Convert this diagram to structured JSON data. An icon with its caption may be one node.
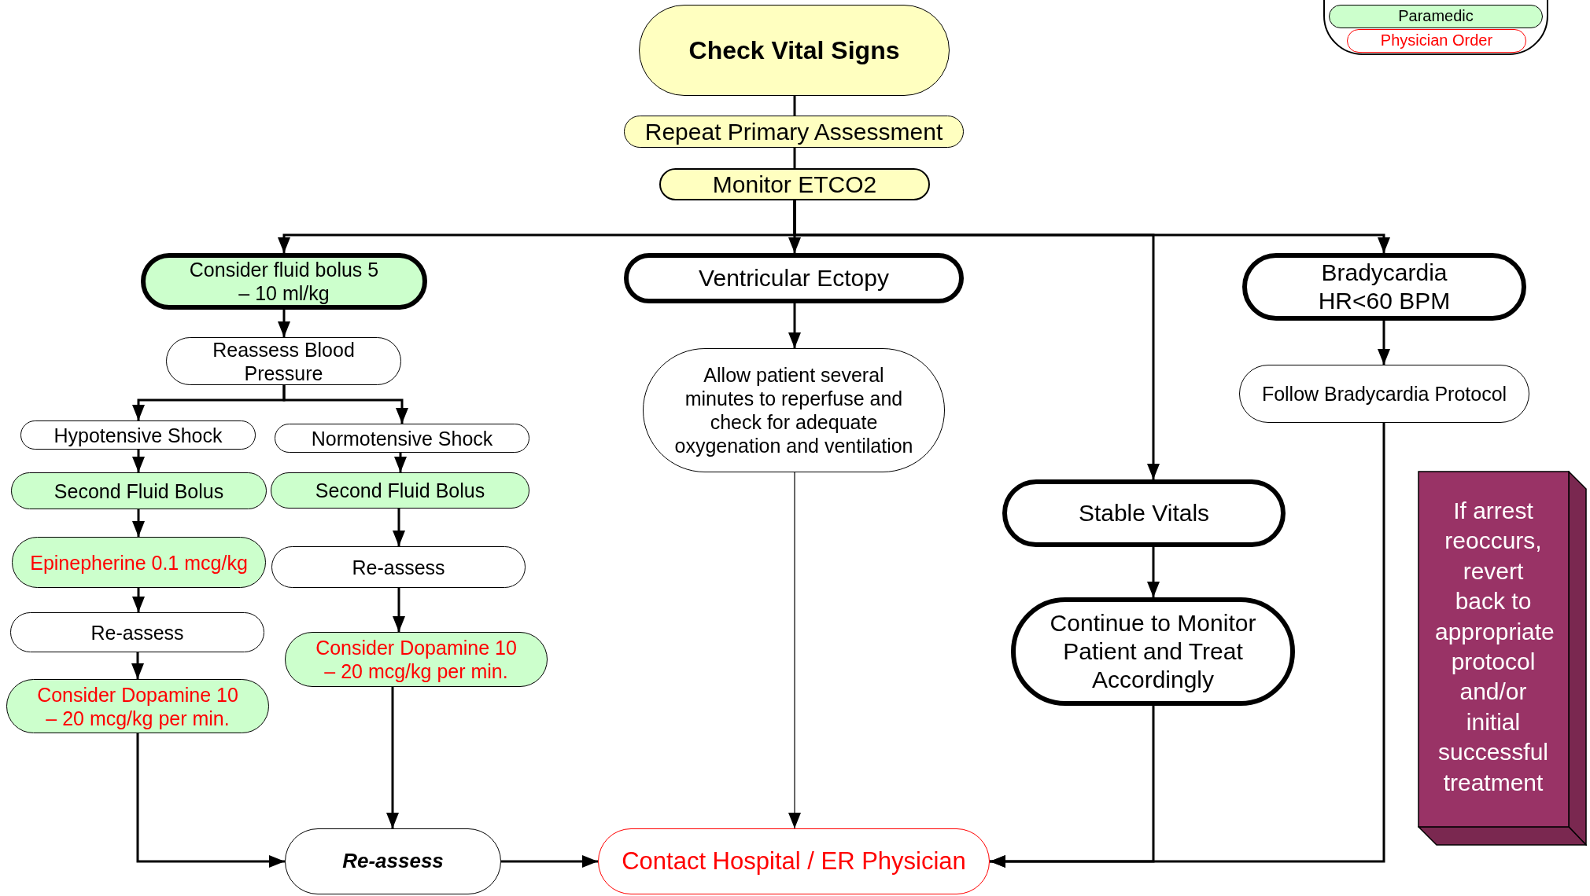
{
  "diagram": {
    "nodes": [
      {
        "text": [
          "Check Vital Signs"
        ]
      },
      {
        "text": [
          "Repeat Primary Assessment"
        ]
      },
      {
        "text": [
          "Monitor ETCO2"
        ]
      },
      {
        "text": [
          "Consider fluid bolus 5 – 10 ml/kg"
        ]
      },
      {
        "text": [
          "Ventricular Ectopy"
        ]
      },
      {
        "text": [
          "Bradycardia HR<60 BPM"
        ]
      },
      {
        "text": [
          "Reassess Blood Pressure"
        ]
      },
      {
        "text": [
          "Allow patient several minutes to reperfuse and check for adequate oxygenation and ventilation"
        ]
      },
      {
        "text": [
          "Follow Bradycardia Protocol"
        ]
      },
      {
        "text": [
          "Hypotensive Shock"
        ]
      },
      {
        "text": [
          "Normotensive Shock"
        ]
      },
      {
        "text": [
          "Second Fluid Bolus"
        ]
      },
      {
        "text": [
          "Second Fluid Bolus"
        ]
      },
      {
        "text": [
          "Epinepherine 0.1 mcg/kg"
        ]
      },
      {
        "text": [
          "Re-assess"
        ]
      },
      {
        "text": [
          "Re-assess"
        ]
      },
      {
        "text": [
          "Consider Dopamine 10 – 20 mcg/kg per min."
        ]
      },
      {
        "text": [
          "Consider Dopamine 10 – 20 mcg/kg per min."
        ]
      },
      {
        "text": [
          "Stable Vitals"
        ]
      },
      {
        "text": [
          "Continue to Monitor Patient and Treat Accordingly"
        ]
      },
      {
        "text": [
          "If arrest reoccurs, revert back to appropriate protocol and/or initial successful treatment"
        ]
      },
      {
        "text": [
          "Re-assess"
        ]
      },
      {
        "text": [
          "Contact Hospital / ER Physician"
        ]
      }
    ],
    "edges": [
      {
        "from": 0,
        "to": 1,
        "arrow": "none"
      },
      {
        "from": 1,
        "to": 2,
        "arrow": "none"
      },
      {
        "from": 2,
        "to": 3,
        "arrow": "to"
      },
      {
        "from": 2,
        "to": 4,
        "arrow": "to"
      },
      {
        "from": 2,
        "to": 18,
        "arrow": "to"
      },
      {
        "from": 2,
        "to": 5,
        "arrow": "to"
      },
      {
        "from": 3,
        "to": 6,
        "arrow": "to"
      },
      {
        "from": 6,
        "to": 9,
        "arrow": "to"
      },
      {
        "from": 6,
        "to": 10,
        "arrow": "to"
      },
      {
        "from": 9,
        "to": 11,
        "arrow": "to"
      },
      {
        "from": 10,
        "to": 12,
        "arrow": "to"
      },
      {
        "from": 11,
        "to": 13,
        "arrow": "to"
      },
      {
        "from": 12,
        "to": 14,
        "arrow": "to"
      },
      {
        "from": 13,
        "to": 15,
        "arrow": "to"
      },
      {
        "from": 14,
        "to": 16,
        "arrow": "to"
      },
      {
        "from": 15,
        "to": 17,
        "arrow": "to"
      },
      {
        "from": 4,
        "to": 7,
        "arrow": "to"
      },
      {
        "from": 5,
        "to": 8,
        "arrow": "to"
      },
      {
        "from": 18,
        "to": 19,
        "arrow": "to"
      },
      {
        "from": 17,
        "to": 21,
        "arrow": "to"
      },
      {
        "from": 16,
        "to": 21,
        "arrow": "to"
      },
      {
        "from": 21,
        "to": 22,
        "arrow": "to"
      },
      {
        "from": 7,
        "to": 22,
        "arrow": "to"
      },
      {
        "from": 19,
        "to": 22,
        "arrow": "to"
      },
      {
        "from": 8,
        "to": 22,
        "arrow": "to"
      }
    ],
    "legend": [
      {
        "text": "Paramedic",
        "color": "#ccffcc"
      },
      {
        "text": "Physician Order"
      }
    ]
  }
}
